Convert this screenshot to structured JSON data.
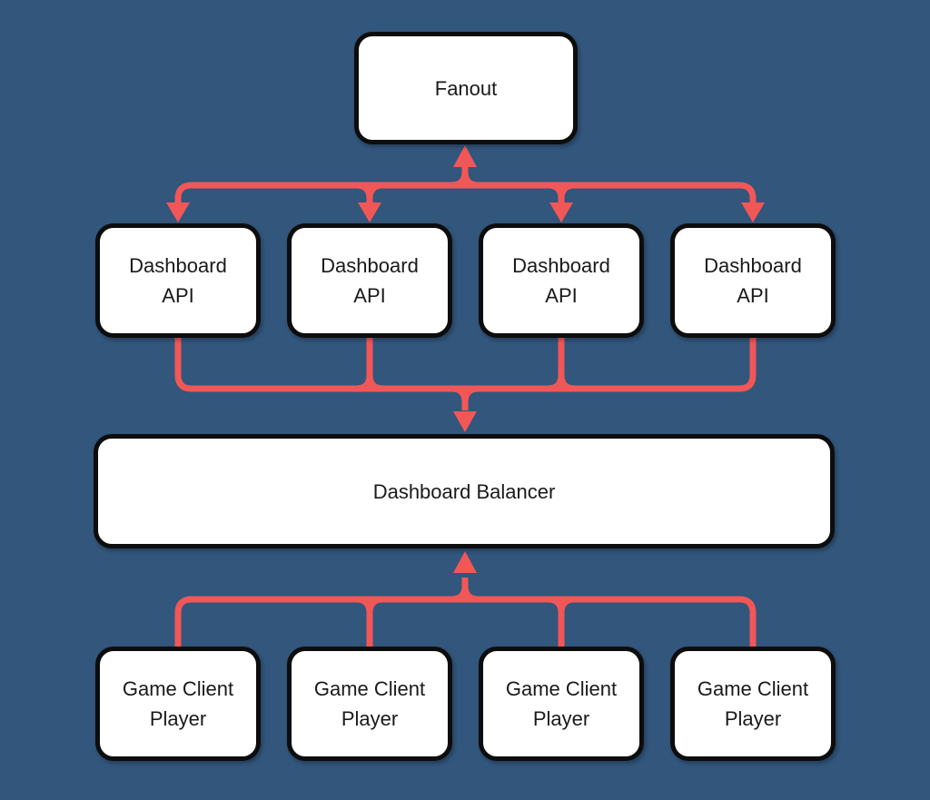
{
  "diagram": {
    "colors": {
      "background": "#32567C",
      "connector": "#F25757",
      "node_fill": "#FFFFFF",
      "node_border": "#0D0D0D",
      "node_text": "#1A1A1A"
    },
    "nodes": {
      "fanout": {
        "label": "Fanout"
      },
      "api_1": {
        "label": "Dashboard API"
      },
      "api_2": {
        "label": "Dashboard API"
      },
      "api_3": {
        "label": "Dashboard API"
      },
      "api_4": {
        "label": "Dashboard API"
      },
      "balancer": {
        "label": "Dashboard Balancer"
      },
      "player_1": {
        "label": "Game Client Player"
      },
      "player_2": {
        "label": "Game Client Player"
      },
      "player_3": {
        "label": "Game Client Player"
      },
      "player_4": {
        "label": "Game Client Player"
      }
    },
    "edges": [
      {
        "from": "dashboard-api-group",
        "to": "fanout",
        "arrow": "up-into-fanout"
      },
      {
        "from": "fanout",
        "to": "dashboard-api-group",
        "arrow": "down-into-each-api"
      },
      {
        "from": "dashboard-api-group",
        "to": "balancer",
        "arrow": "down-into-balancer"
      },
      {
        "from": "game-client-player-group",
        "to": "balancer",
        "arrow": "up-into-balancer"
      }
    ]
  }
}
